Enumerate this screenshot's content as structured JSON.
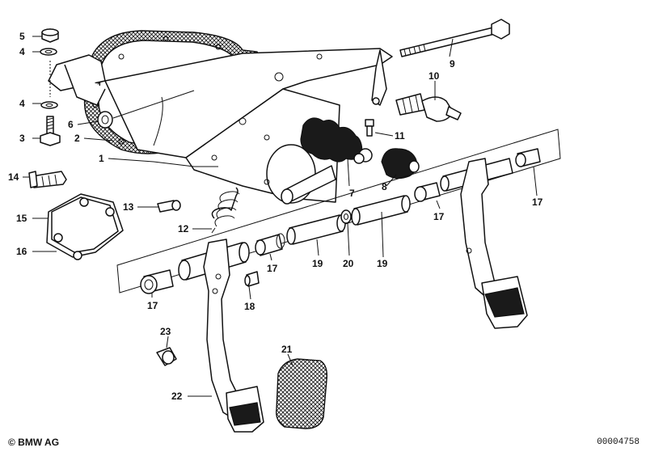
{
  "callouts": [
    "5",
    "4",
    "4",
    "3",
    "6",
    "2",
    "1",
    "14",
    "15",
    "16",
    "13",
    "12",
    "9",
    "10",
    "11",
    "7",
    "8",
    "17",
    "17",
    "17",
    "17",
    "18",
    "19",
    "20",
    "19",
    "21",
    "22",
    "23"
  ],
  "footer": {
    "copyright": "© BMW AG",
    "doc_number": "00004758"
  }
}
